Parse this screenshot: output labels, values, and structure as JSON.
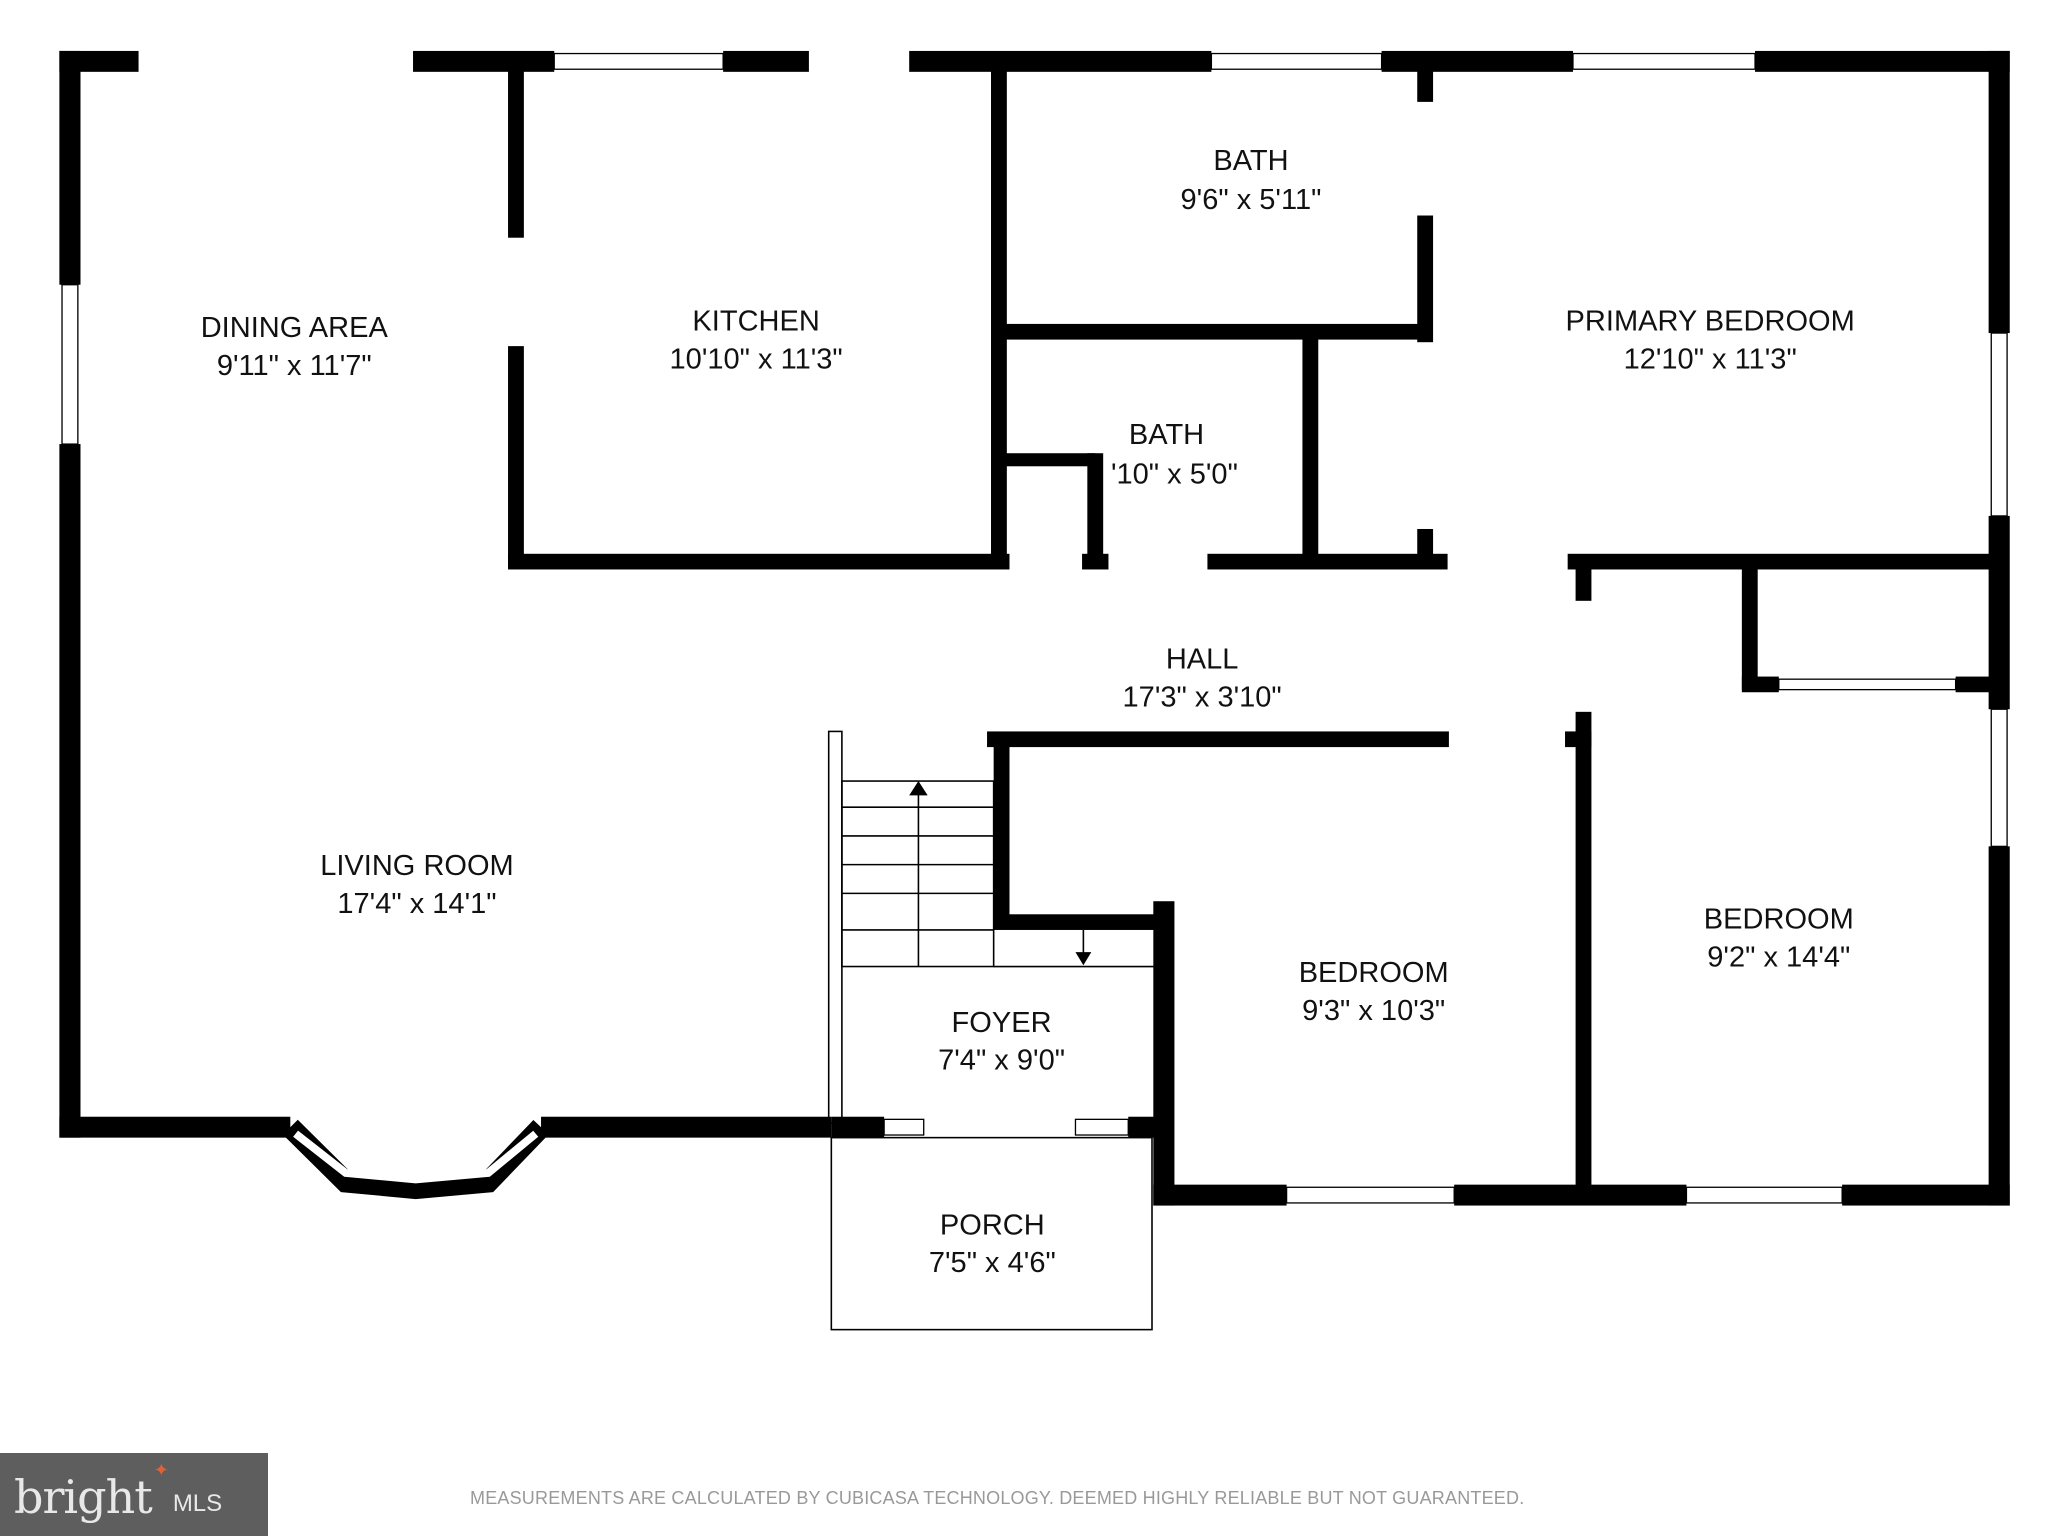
{
  "rooms": [
    {
      "name": "DINING AREA",
      "size": "9'11\" x 11'7\""
    },
    {
      "name": "KITCHEN",
      "size": "10'10\" x 11'3\""
    },
    {
      "name": "BATH",
      "size": "9'6\" x 5'11\""
    },
    {
      "name": "PRIMARY BEDROOM",
      "size": "12'10\" x 11'3\""
    },
    {
      "name": "BATH",
      "size": "'10\" x 5'0\""
    },
    {
      "name": "HALL",
      "size": "17'3\" x 3'10\""
    },
    {
      "name": "LIVING ROOM",
      "size": "17'4\" x 14'1\""
    },
    {
      "name": "BEDROOM",
      "size": "9'3\" x 10'3\""
    },
    {
      "name": "BEDROOM",
      "size": "9'2\" x 14'4\""
    },
    {
      "name": "FOYER",
      "size": "7'4\" x 9'0\""
    },
    {
      "name": "PORCH",
      "size": "7'5\" x 4'6\""
    }
  ],
  "footer": {
    "disclaimer": "MEASUREMENTS ARE CALCULATED BY CUBICASA TECHNOLOGY. DEEMED HIGHLY RELIABLE BUT NOT GUARANTEED.",
    "logo_text": "bright",
    "logo_suffix": "MLS"
  }
}
